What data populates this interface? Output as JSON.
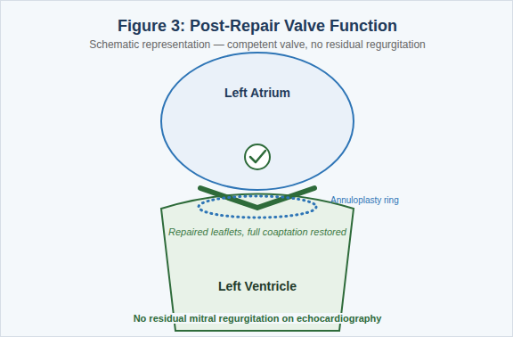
{
  "diagram": {
    "title": "Figure 3: Post-Repair Valve Function",
    "nodes": [
      {
        "text": [
          "Left Atrium"
        ]
      },
      {
        "text": [
          "Repaired leaflets, full coaptation restored",
          "Left Ventricle"
        ]
      }
    ],
    "labels": [
      "Schematic representation — competent valve, no residual regurgitation",
      "Annuloplasty ring",
      "No residual mitral regurgitation on echocardiography"
    ]
  }
}
